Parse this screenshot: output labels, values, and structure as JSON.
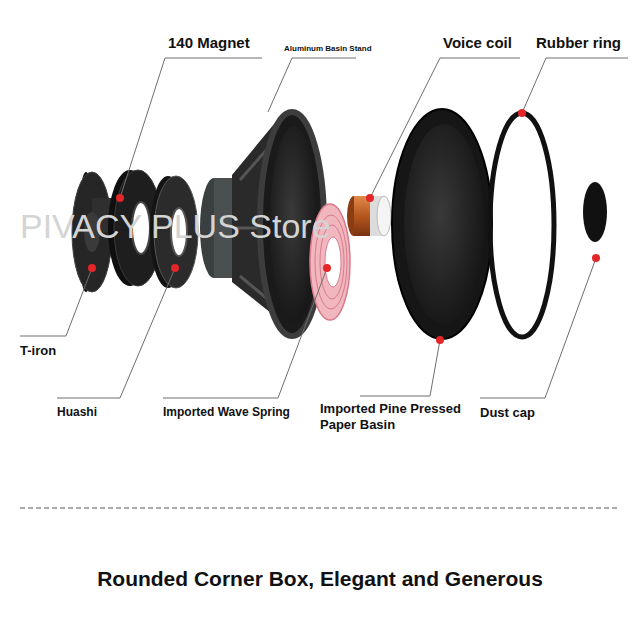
{
  "diagram": {
    "caption": "Rounded Corner Box, Elegant and Generous",
    "labels": [
      "140 Magnet",
      "Aluminum Basin Stand",
      "Voice coil",
      "Rubber ring",
      "PIVACY PLUS Store",
      "T-iron",
      "Huashi",
      "Imported Wave Spring",
      "Imported Pine Pressed Paper Basin",
      "Dust cap"
    ]
  }
}
